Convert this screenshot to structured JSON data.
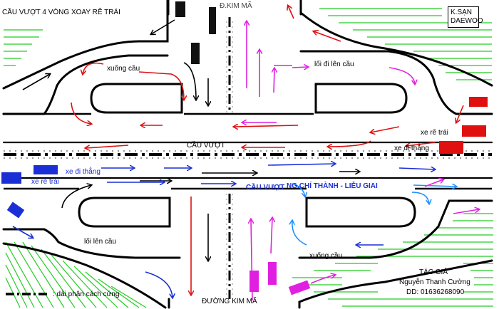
{
  "labels": {
    "title": "CẦU VƯỢT 4 VÒNG XOAY RẼ TRÁI",
    "top_road": "Đ.KIM MÃ",
    "hotel_line1": "K.SẠN",
    "hotel_line2": "DAEWOO",
    "xuong_cau_top": "xuống cầu",
    "loi_di_len_cau": "lối  đi lên cầu",
    "xe_re_trai_right": "xe rẽ trái",
    "xe_di_thang_right": "xe đi thẳng",
    "cau_vuot_top": "CẦU VƯỢT",
    "xe_di_thang_left": "xe đi thẳng",
    "xe_re_trai_left": "xe rẽ trái",
    "cau_vuot_bottom": "CẦU VƯỢT",
    "street_name": "NG.CHÍ THÀNH - LIỄU GIAI",
    "loi_len_cau": "lối lên cầu",
    "xuong_cau_bottom": "xuống cầu",
    "legend": ": dải phân cách cứng",
    "bottom_road": "ĐƯỜNG KIM MÃ",
    "author_title": "TÁC GIẢ",
    "author_name": "Nguyễn Thanh Cường",
    "author_phone": "DD: 01636268090"
  },
  "colors": {
    "road_line": "#000000",
    "grass": "#22cc22",
    "red": "#e01010",
    "blue": "#1a2fd6",
    "magenta": "#e020e0",
    "sky": "#1e90ff",
    "black": "#000000"
  }
}
